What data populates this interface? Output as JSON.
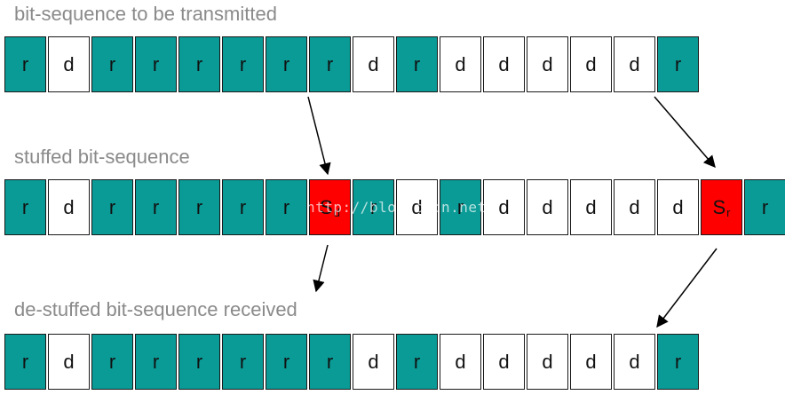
{
  "headings": {
    "transmitted": "bit-sequence to be transmitted",
    "stuffed": "stuffed bit-sequence",
    "destuffed": "de-stuffed bit-sequence received"
  },
  "rows": {
    "transmitted": [
      {
        "type": "r",
        "label": "r"
      },
      {
        "type": "d",
        "label": "d"
      },
      {
        "type": "r",
        "label": "r"
      },
      {
        "type": "r",
        "label": "r"
      },
      {
        "type": "r",
        "label": "r"
      },
      {
        "type": "r",
        "label": "r"
      },
      {
        "type": "r",
        "label": "r"
      },
      {
        "type": "r",
        "label": "r"
      },
      {
        "type": "d",
        "label": "d"
      },
      {
        "type": "r",
        "label": "r"
      },
      {
        "type": "d",
        "label": "d"
      },
      {
        "type": "d",
        "label": "d"
      },
      {
        "type": "d",
        "label": "d"
      },
      {
        "type": "d",
        "label": "d"
      },
      {
        "type": "d",
        "label": "d"
      },
      {
        "type": "r",
        "label": "r"
      }
    ],
    "stuffed": [
      {
        "type": "r",
        "label": "r"
      },
      {
        "type": "d",
        "label": "d"
      },
      {
        "type": "r",
        "label": "r"
      },
      {
        "type": "r",
        "label": "r"
      },
      {
        "type": "r",
        "label": "r"
      },
      {
        "type": "r",
        "label": "r"
      },
      {
        "type": "r",
        "label": "r"
      },
      {
        "type": "s",
        "label": "S",
        "sub": "d"
      },
      {
        "type": "r",
        "label": "r"
      },
      {
        "type": "d",
        "label": "d"
      },
      {
        "type": "r",
        "label": "r"
      },
      {
        "type": "d",
        "label": "d"
      },
      {
        "type": "d",
        "label": "d"
      },
      {
        "type": "d",
        "label": "d"
      },
      {
        "type": "d",
        "label": "d"
      },
      {
        "type": "d",
        "label": "d"
      },
      {
        "type": "s",
        "label": "S",
        "sub": "r"
      },
      {
        "type": "r",
        "label": "r"
      }
    ],
    "destuffed": [
      {
        "type": "r",
        "label": "r"
      },
      {
        "type": "d",
        "label": "d"
      },
      {
        "type": "r",
        "label": "r"
      },
      {
        "type": "r",
        "label": "r"
      },
      {
        "type": "r",
        "label": "r"
      },
      {
        "type": "r",
        "label": "r"
      },
      {
        "type": "r",
        "label": "r"
      },
      {
        "type": "r",
        "label": "r"
      },
      {
        "type": "d",
        "label": "d"
      },
      {
        "type": "r",
        "label": "r"
      },
      {
        "type": "d",
        "label": "d"
      },
      {
        "type": "d",
        "label": "d"
      },
      {
        "type": "d",
        "label": "d"
      },
      {
        "type": "d",
        "label": "d"
      },
      {
        "type": "d",
        "label": "d"
      },
      {
        "type": "r",
        "label": "r"
      }
    ]
  },
  "watermark": "http://blog.csdn.net/",
  "colors": {
    "recessive": "#0a9b96",
    "dominant": "#ffffff",
    "stuff": "#ff0000",
    "heading": "#8a8a8a"
  }
}
